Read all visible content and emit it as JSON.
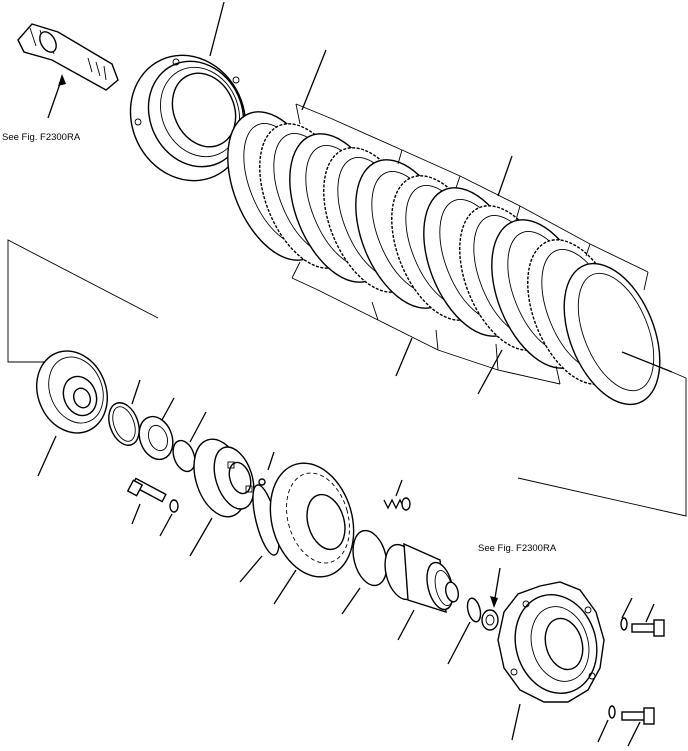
{
  "diagram": {
    "references": [
      {
        "id": "ref-top",
        "text": "See Fig. F2300RA"
      },
      {
        "id": "ref-bottom",
        "text": "See Fig. F2300RA"
      }
    ],
    "colors": {
      "ink": "#000000",
      "paper": "#ffffff"
    }
  }
}
